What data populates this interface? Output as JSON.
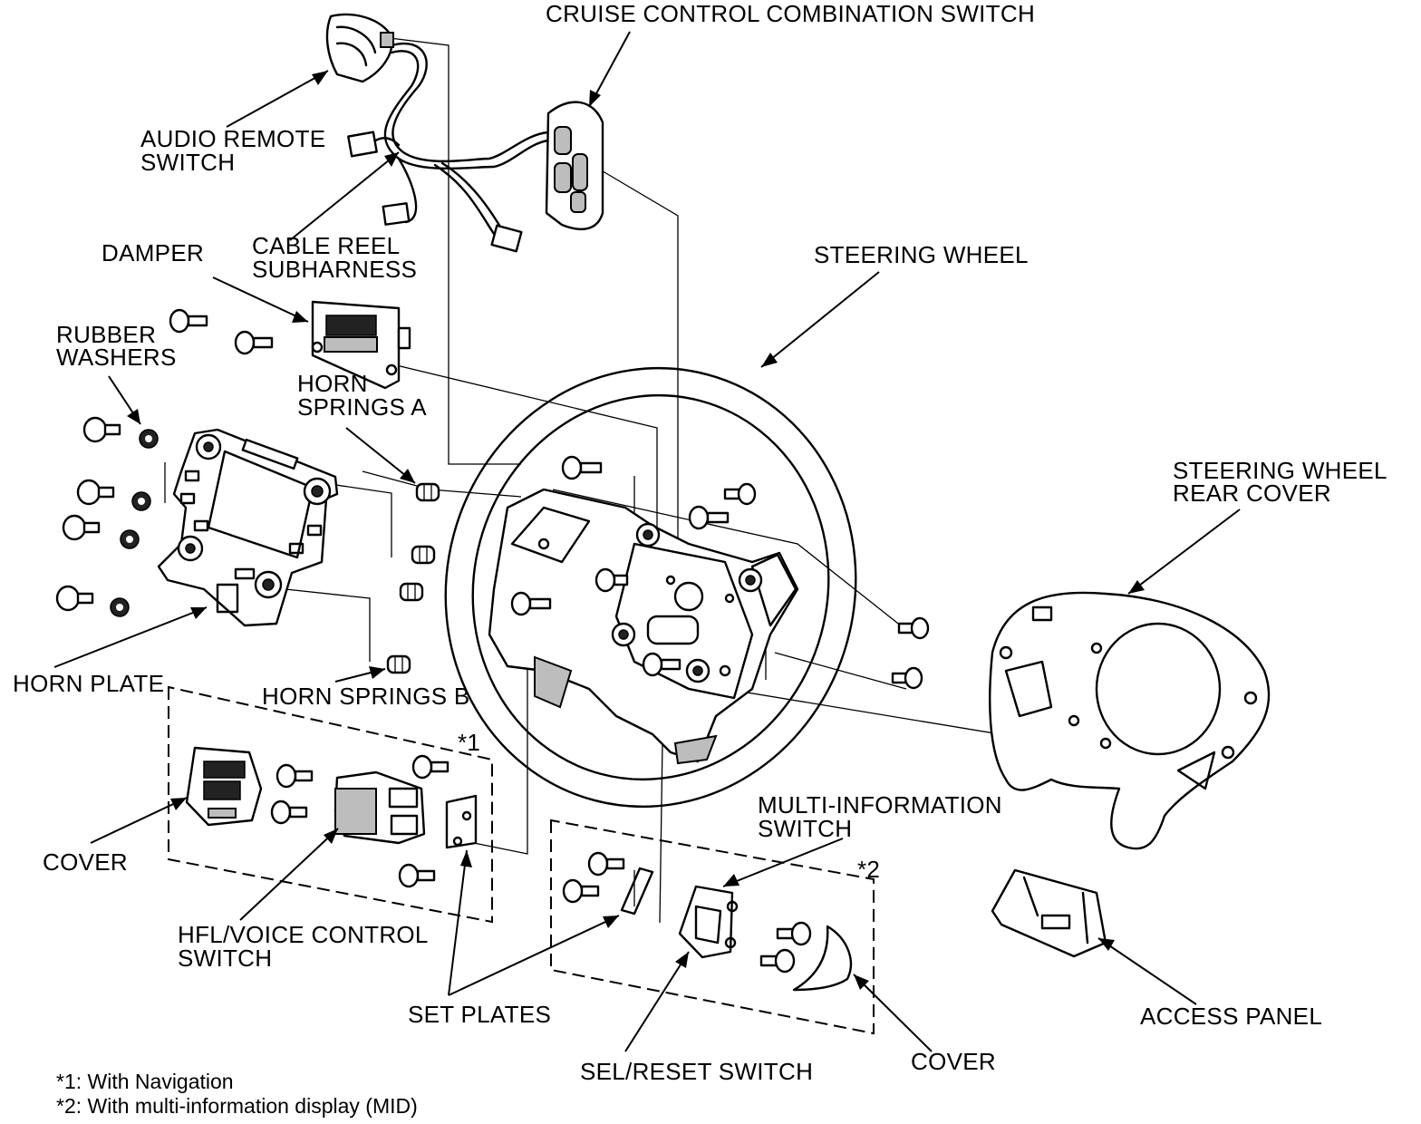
{
  "labels": {
    "cruise_control": "CRUISE CONTROL COMBINATION SWITCH",
    "audio_remote_1": "AUDIO REMOTE",
    "audio_remote_2": "SWITCH",
    "cable_reel_1": "CABLE REEL",
    "cable_reel_2": "SUBHARNESS",
    "damper": "DAMPER",
    "steering_wheel": "STEERING WHEEL",
    "rubber_washers_1": "RUBBER",
    "rubber_washers_2": "WASHERS",
    "horn_springs_a_1": "HORN",
    "horn_springs_a_2": "SPRINGS A",
    "rear_cover_1": "STEERING WHEEL",
    "rear_cover_2": "REAR COVER",
    "horn_plate": "HORN PLATE",
    "horn_springs_b": "HORN SPRINGS B",
    "group1_marker": "*1",
    "cover_left": "COVER",
    "multi_info_1": "MULTI-INFORMATION",
    "multi_info_2": "SWITCH",
    "group2_marker": "*2",
    "hfl_1": "HFL/VOICE CONTROL",
    "hfl_2": "SWITCH",
    "set_plates": "SET PLATES",
    "access_panel": "ACCESS PANEL",
    "sel_reset": "SEL/RESET SWITCH",
    "cover_right": "COVER"
  },
  "footnotes": {
    "note1": "*1: With Navigation",
    "note2": "*2: With multi-information display (MID)"
  }
}
